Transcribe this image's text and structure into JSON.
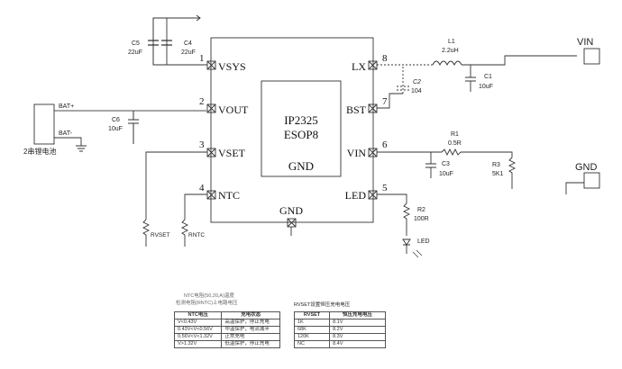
{
  "ic": {
    "name": "IP2325",
    "package": "ESOP8",
    "gnd_label": "GND"
  },
  "pins": {
    "p1": {
      "num": "1",
      "name": "VSYS"
    },
    "p2": {
      "num": "2",
      "name": "VOUT"
    },
    "p3": {
      "num": "3",
      "name": "VSET"
    },
    "p4": {
      "num": "4",
      "name": "NTC"
    },
    "p5": {
      "num": "5",
      "name": "LED"
    },
    "p6": {
      "num": "6",
      "name": "VIN"
    },
    "p7": {
      "num": "7",
      "name": "BST"
    },
    "p8": {
      "num": "8",
      "name": "LX"
    },
    "gnd": {
      "name": "GND"
    }
  },
  "components": {
    "c5": {
      "ref": "C5",
      "value": "22uF"
    },
    "c4": {
      "ref": "C4",
      "value": "22uF"
    },
    "c6": {
      "ref": "C6",
      "value": "10uF"
    },
    "c2": {
      "ref": "C2",
      "value": "104"
    },
    "c1": {
      "ref": "C1",
      "value": "10uF"
    },
    "c3": {
      "ref": "C3",
      "value": "10uF"
    },
    "l1": {
      "ref": "L1",
      "value": "2.2uH"
    },
    "r1": {
      "ref": "R1",
      "value": "0.5R"
    },
    "r3": {
      "ref": "R3",
      "value": "5K1"
    },
    "r2": {
      "ref": "R2",
      "value": "100R"
    },
    "rvset": {
      "ref": "RVSET"
    },
    "rntc": {
      "ref": "RNTC"
    },
    "led": {
      "ref": "LED"
    }
  },
  "nets": {
    "bat_plus": "BAT+",
    "bat_minus": "BAT-",
    "battery_label": "2串锂电池"
  },
  "connectors": {
    "vin": "VIN",
    "gnd": "GND"
  },
  "ntc_table": {
    "caption_line1": "NTC电阻(50,20,A)温度",
    "caption_line2": "检测电阻(RNTC)上电路电压",
    "headers": [
      "NTC电压",
      "充电状态"
    ],
    "rows": [
      [
        "V<0.43V",
        "高温保护，停止充电"
      ],
      [
        "0.43V<V<0.56V",
        "中温保护，电流减半"
      ],
      [
        "0.56V<V<1.32V",
        "正常充电"
      ],
      [
        "V>1.32V",
        "低温保护，停止充电"
      ]
    ]
  },
  "rvset_table": {
    "caption": "RVSET设置恒压充电电压",
    "headers": [
      "RVSET",
      "恒压充电电压"
    ],
    "rows": [
      [
        "1K",
        "8.1V"
      ],
      [
        "68K",
        "8.2V"
      ],
      [
        "120K",
        "8.3V"
      ],
      [
        "NC",
        "8.4V"
      ]
    ]
  }
}
